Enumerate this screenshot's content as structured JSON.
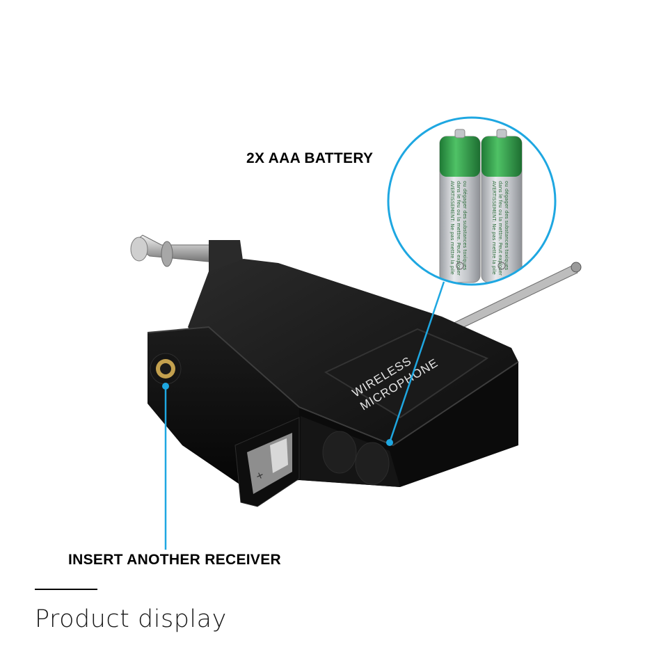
{
  "callouts": {
    "battery": "2X AAA BATTERY",
    "receiver": "INSERT ANOTHER RECEIVER"
  },
  "section_title": "Product display",
  "device": {
    "label_line1": "WIRELESS",
    "label_line2": "MICROPHONE"
  },
  "battery_print": {
    "line1": "AVERTISSEMENT: Ne pas mettre la pile",
    "line2": "dans le feu ou la mettre. Peut exploser",
    "line3": "ou dégager des substances toxiques"
  },
  "colors": {
    "accent": "#1ea7e1",
    "device_body": "#141414",
    "battery_green": "#2f9a48",
    "battery_silver": "#c9ccd0"
  }
}
